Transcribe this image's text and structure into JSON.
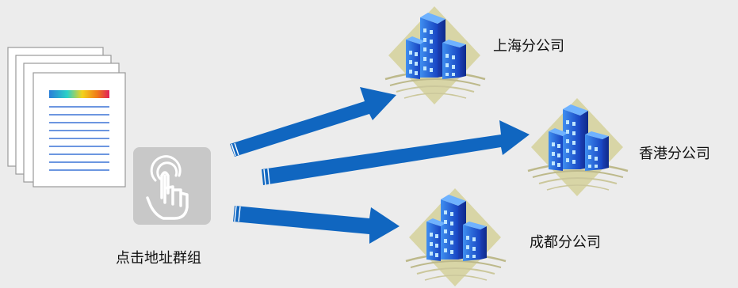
{
  "source_action_label": "点击地址群组",
  "targets": [
    {
      "label": "上海分公司"
    },
    {
      "label": "香港分公司"
    },
    {
      "label": "成都分公司"
    }
  ],
  "colors": {
    "background": "#ececec",
    "arrow": "#1066c0",
    "building": "#1f4fd1",
    "building_light": "#3a8bef",
    "window": "#9fd6ff",
    "diamond": "#d8d5a6",
    "ground_lines": "#bdb98b",
    "touch_tile": "#c8c8c8",
    "doc_lines": "#3b74d6"
  },
  "icons": {
    "source_documents": "document-stack-icon",
    "touch": "tap-gesture-icon",
    "office": "office-building-icon",
    "arrow": "right-arrow-icon"
  }
}
